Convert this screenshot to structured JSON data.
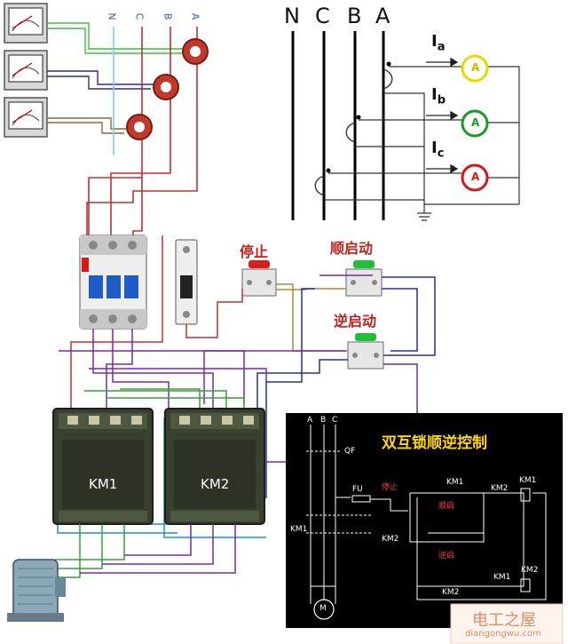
{
  "wiring_photo": {
    "phase_labels": [
      "N",
      "C",
      "B",
      "A"
    ],
    "buttons": {
      "stop": "停止",
      "forward": "顺启动",
      "reverse": "逆启动"
    },
    "contactors": [
      "KM1",
      "KM2"
    ]
  },
  "ct_schematic": {
    "bus_labels": [
      "N",
      "C",
      "B",
      "A"
    ],
    "currents": [
      {
        "symbol": "I",
        "sub": "a",
        "meter": "A",
        "color": "#e8d800"
      },
      {
        "symbol": "I",
        "sub": "b",
        "meter": "A",
        "color": "#1a9a2a"
      },
      {
        "symbol": "I",
        "sub": "c",
        "meter": "A",
        "color": "#d41818"
      }
    ]
  },
  "control_schematic": {
    "title": "双互锁顺逆控制",
    "supply": [
      "A",
      "B",
      "C"
    ],
    "breaker": "QF",
    "fuse": "FU",
    "stop": "停止",
    "forward": "顺启",
    "reverse": "逆启",
    "km1": "KM1",
    "km2": "KM2",
    "motor": "M"
  },
  "watermark": {
    "title": "电工之屋",
    "url": "diangongwu.com"
  }
}
